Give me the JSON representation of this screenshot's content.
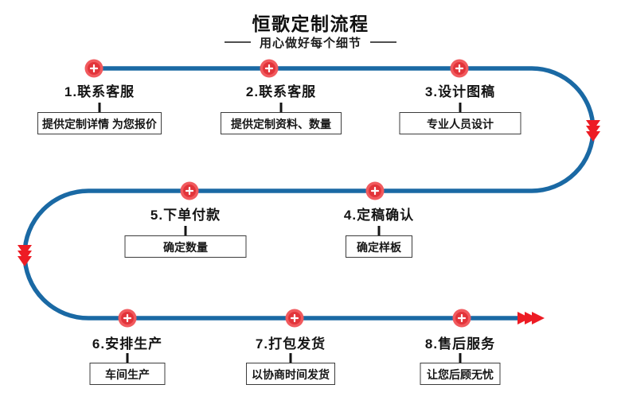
{
  "header": {
    "title": "恒歌定制流程",
    "subtitle": "用心做好每个细节"
  },
  "steps": [
    {
      "label": "1.联系客服",
      "note": "提供定制详情 为您报价"
    },
    {
      "label": "2.联系客服",
      "note": "提供定制资料、数量"
    },
    {
      "label": "3.设计图稿",
      "note": "专业人员设计"
    },
    {
      "label": "4.定稿确认",
      "note": "确定样板"
    },
    {
      "label": "5.下单付款",
      "note": "确定数量"
    },
    {
      "label": "6.安排生产",
      "note": "车间生产"
    },
    {
      "label": "7.打包发货",
      "note": "以协商时间发货"
    },
    {
      "label": "8.售后服务",
      "note": "让您后顾无忧"
    }
  ],
  "icons": {
    "node": "plus-node-icon",
    "direction_markers": "triple-chevron-arrow"
  },
  "colors": {
    "flow_line": "#1a69a4",
    "node_inner": "#e2343a",
    "node_outer": "#f15a5e",
    "arrow_red": "#ed1c24",
    "text": "#141414",
    "box_border": "#3c3c3c"
  }
}
